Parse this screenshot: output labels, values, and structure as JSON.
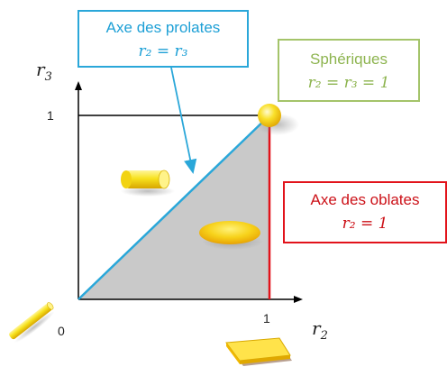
{
  "axes": {
    "y_label": "r",
    "y_sub": "3",
    "x_label": "r",
    "x_sub": "2",
    "origin_tick": "0",
    "x_tick_one": "1",
    "y_tick_one": "1"
  },
  "boxes": {
    "prolates": {
      "title": "Axe des prolates",
      "formula": "r₂ = r₃",
      "color": "#1ea0d6"
    },
    "spheriques": {
      "title": "Sphériques",
      "formula": "r₂ = r₃ = 1",
      "color": "#8db44f"
    },
    "oblates": {
      "title": "Axe des oblates",
      "formula": "r₂ = 1",
      "color": "#cc1118"
    }
  },
  "colors": {
    "region_fill": "#c9c9c9",
    "prolate_line": "#2aa7d9",
    "oblate_line": "#e2131b",
    "axis": "#000000",
    "shape_yellow": "#f7e21e"
  },
  "icons": [
    "prolate-rod-icon",
    "oblate-disc-icon",
    "sphere-icon",
    "flat-plate-icon",
    "needle-icon"
  ]
}
